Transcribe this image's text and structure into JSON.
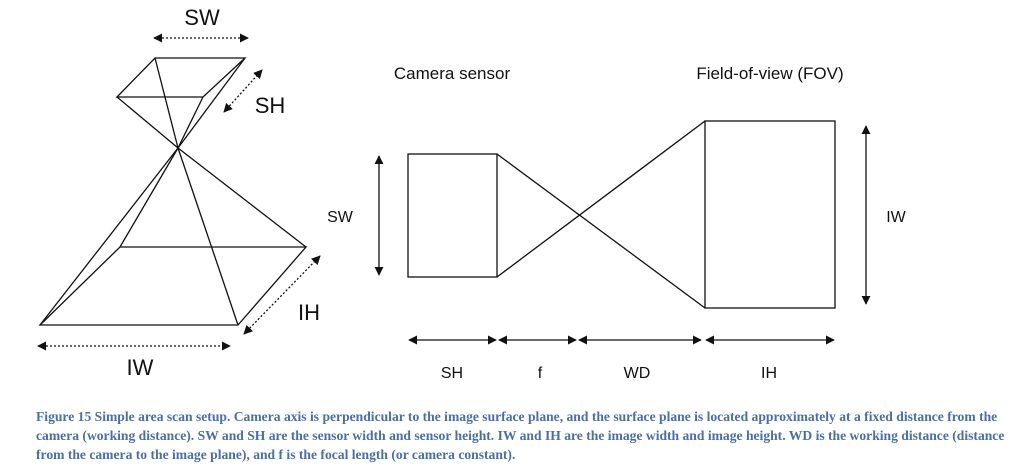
{
  "labels": {
    "sw_top": "SW",
    "sh_top": "SH",
    "ih_bottom": "IH",
    "iw_bottom": "IW",
    "camera_sensor": "Camera sensor",
    "fov": "Field-of-view (FOV)",
    "sw_side": "SW",
    "iw_side": "IW",
    "dim_sh": "SH",
    "dim_f": "f",
    "dim_wd": "WD",
    "dim_ih": "IH"
  },
  "caption": "Figure 15 Simple area scan setup. Camera axis is perpendicular to the image surface plane, and the surface plane is located approximately at a fixed distance from the camera (working distance). SW and SH are the sensor width and sensor height. IW and IH are the image width and image height. WD is the working distance (distance from the camera to the image plane), and f is the focal length (or camera constant).",
  "colors": {
    "line": "#111111",
    "caption": "#4a6fa5"
  }
}
